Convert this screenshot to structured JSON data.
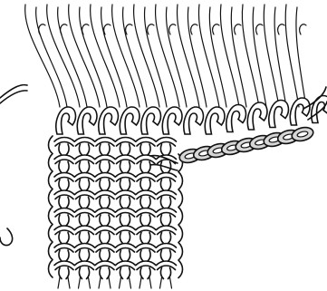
{
  "figure": {
    "kind": "line-illustration",
    "subject": "knitting-stitches-on-needle-with-chain-bind-off",
    "colors": {
      "ink": "#111111",
      "background": "#ffffff",
      "chain_shade": "#d6d6d6"
    },
    "needle_loops": 13,
    "knitted_columns": 6,
    "knitted_rows": 8,
    "chain_links": 9
  }
}
